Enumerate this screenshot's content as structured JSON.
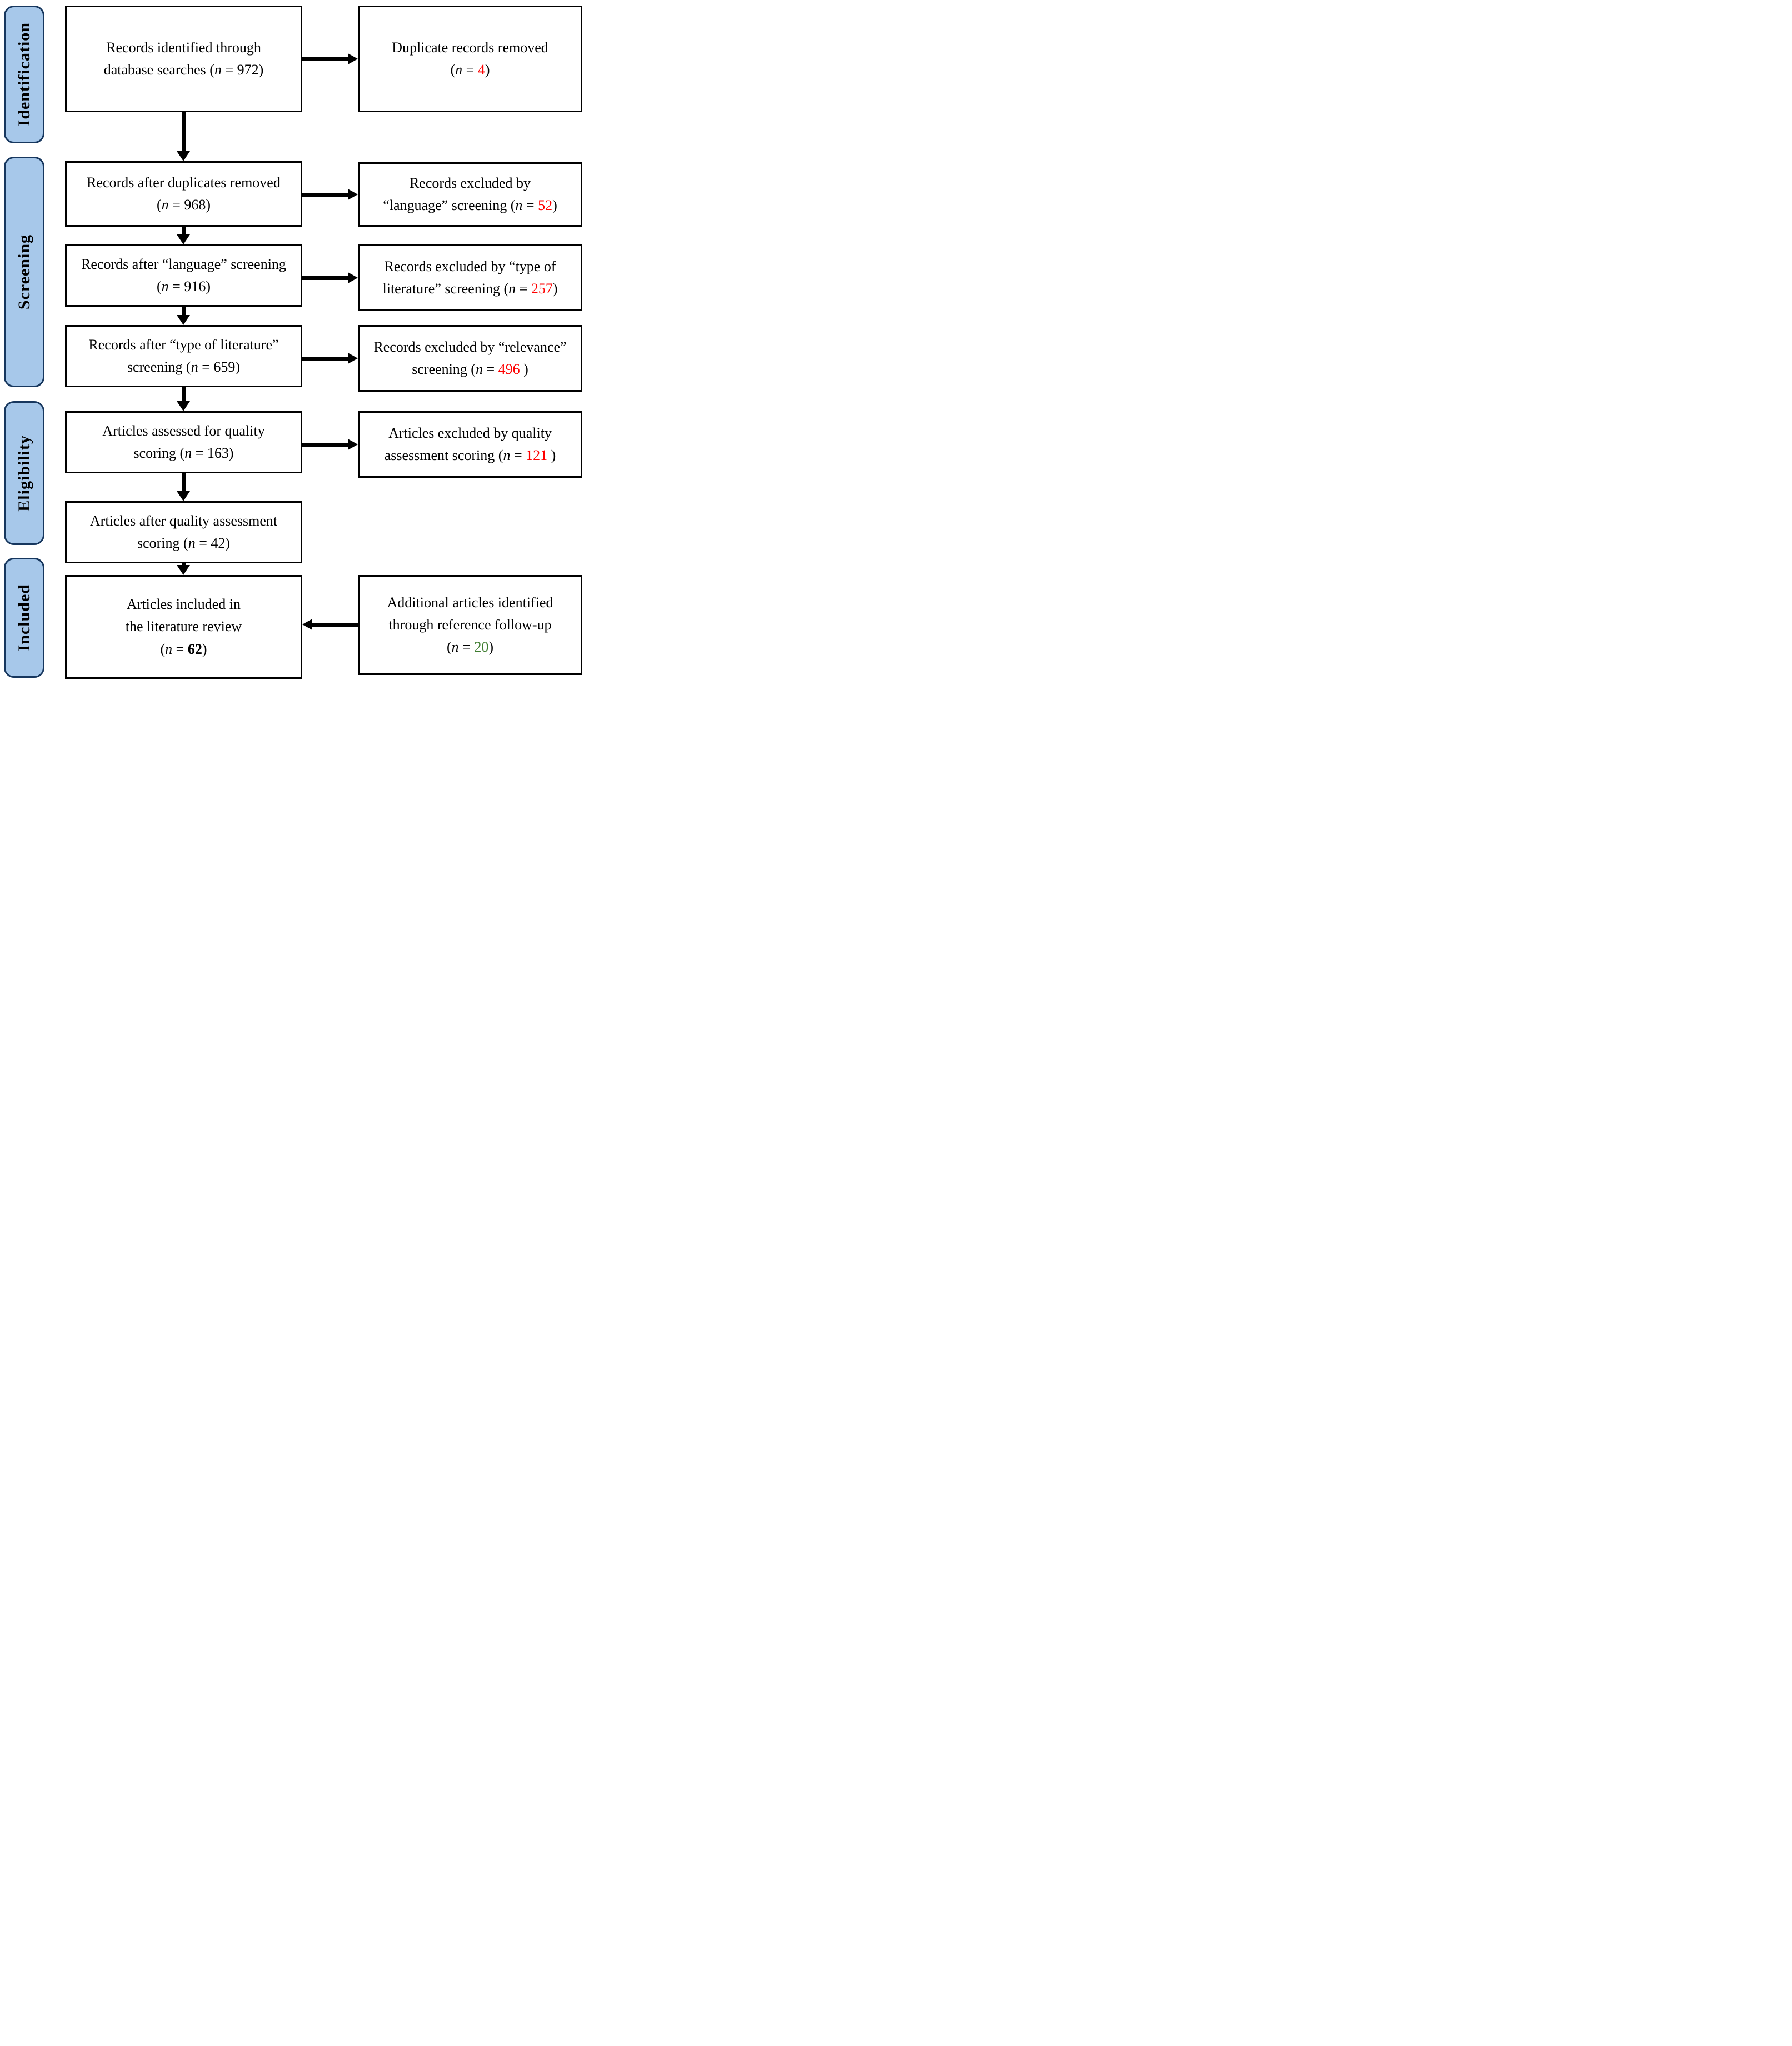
{
  "colors": {
    "stage_fill": "#A7C8EA",
    "stage_border": "#17375E",
    "box_border": "#000000",
    "text": "#000000",
    "excluded_count": "#FF0000",
    "added_count": "#3E7C2F"
  },
  "sidebar": {
    "labels": [
      "Identification",
      "Screening",
      "Eligibility",
      "Included"
    ]
  },
  "boxes": {
    "identified": {
      "lines": [
        [
          {
            "t": "Records identified through"
          }
        ],
        [
          {
            "t": "database searches ("
          },
          {
            "t": "n",
            "s": "i"
          },
          {
            "t": " = 972)"
          }
        ]
      ]
    },
    "duplicates_removed": {
      "lines": [
        [
          {
            "t": "Duplicate records removed"
          }
        ],
        [
          {
            "t": "("
          },
          {
            "t": "n",
            "s": "i"
          },
          {
            "t": " = "
          },
          {
            "t": "4",
            "s": "red"
          },
          {
            "t": ")"
          }
        ]
      ]
    },
    "after_duplicates": {
      "lines": [
        [
          {
            "t": "Records after duplicates removed"
          }
        ],
        [
          {
            "t": "("
          },
          {
            "t": "n",
            "s": "i"
          },
          {
            "t": " = 968)"
          }
        ]
      ]
    },
    "excluded_language": {
      "lines": [
        [
          {
            "t": "Records excluded by"
          }
        ],
        [
          {
            "t": "“language” screening ("
          },
          {
            "t": "n",
            "s": "i"
          },
          {
            "t": " = "
          },
          {
            "t": "52",
            "s": "red"
          },
          {
            "t": ")"
          }
        ]
      ]
    },
    "after_language": {
      "lines": [
        [
          {
            "t": "Records after “language” screening"
          }
        ],
        [
          {
            "t": "("
          },
          {
            "t": "n",
            "s": "i"
          },
          {
            "t": " = 916)"
          }
        ]
      ]
    },
    "excluded_literature_type": {
      "lines": [
        [
          {
            "t": "Records excluded by “type of"
          }
        ],
        [
          {
            "t": "literature” screening ("
          },
          {
            "t": "n",
            "s": "i"
          },
          {
            "t": " = "
          },
          {
            "t": "257",
            "s": "red"
          },
          {
            "t": ")"
          }
        ]
      ]
    },
    "after_literature_type": {
      "lines": [
        [
          {
            "t": "Records after “type of literature”"
          }
        ],
        [
          {
            "t": "screening ("
          },
          {
            "t": "n",
            "s": "i"
          },
          {
            "t": " = 659)"
          }
        ]
      ]
    },
    "excluded_relevance": {
      "lines": [
        [
          {
            "t": "Records excluded by “relevance”"
          }
        ],
        [
          {
            "t": "screening ("
          },
          {
            "t": "n",
            "s": "i"
          },
          {
            "t": " = "
          },
          {
            "t": "496",
            "s": "red"
          },
          {
            "t": " )"
          }
        ]
      ]
    },
    "assessed_quality": {
      "lines": [
        [
          {
            "t": "Articles assessed for quality"
          }
        ],
        [
          {
            "t": "scoring ("
          },
          {
            "t": "n",
            "s": "i"
          },
          {
            "t": " = 163)"
          }
        ]
      ]
    },
    "excluded_quality": {
      "lines": [
        [
          {
            "t": "Articles excluded by quality"
          }
        ],
        [
          {
            "t": "assessment scoring ("
          },
          {
            "t": "n",
            "s": "i"
          },
          {
            "t": " = "
          },
          {
            "t": "121",
            "s": "red"
          },
          {
            "t": " )"
          }
        ]
      ]
    },
    "after_quality": {
      "lines": [
        [
          {
            "t": "Articles after quality assessment"
          }
        ],
        [
          {
            "t": "scoring ("
          },
          {
            "t": "n",
            "s": "i"
          },
          {
            "t": " = 42)"
          }
        ]
      ]
    },
    "included_review": {
      "lines": [
        [
          {
            "t": "Articles included in"
          }
        ],
        [
          {
            "t": "the literature review"
          }
        ],
        [
          {
            "t": "("
          },
          {
            "t": "n",
            "s": "i"
          },
          {
            "t": " = "
          },
          {
            "t": "62",
            "s": "bold"
          },
          {
            "t": ")"
          }
        ]
      ]
    },
    "additional_reference": {
      "lines": [
        [
          {
            "t": "Additional articles identified"
          }
        ],
        [
          {
            "t": "through reference follow-up"
          }
        ],
        [
          {
            "t": "("
          },
          {
            "t": "n",
            "s": "i"
          },
          {
            "t": " = "
          },
          {
            "t": "20",
            "s": "green"
          },
          {
            "t": ")"
          }
        ]
      ]
    }
  }
}
